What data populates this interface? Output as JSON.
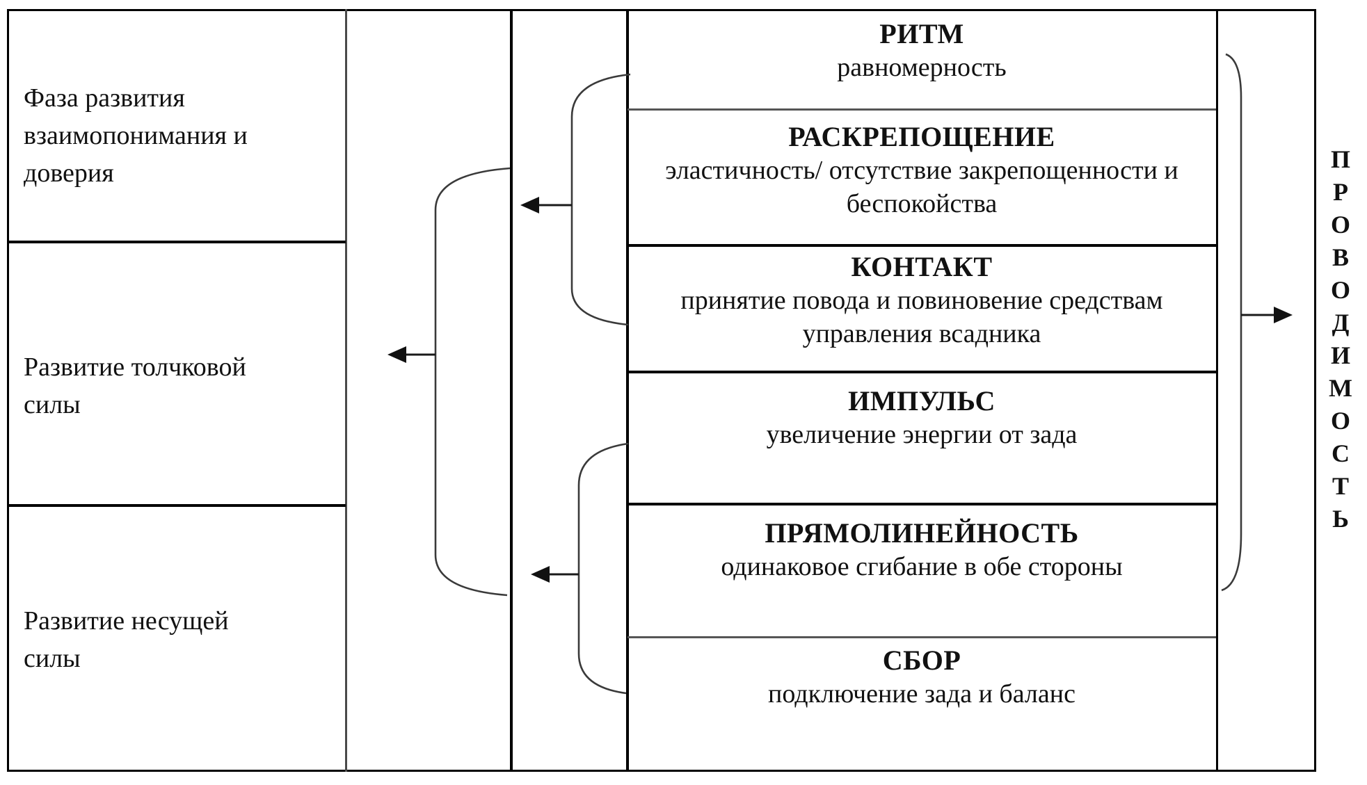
{
  "canvas": {
    "background": "#ffffff",
    "line_color": "#000000",
    "bracket_color": "#3a3a3a"
  },
  "phases": {
    "rows": [
      {
        "lines": [
          "Фаза развития",
          "взаимопонимания и",
          "доверия"
        ]
      },
      {
        "lines": [
          "Развитие толчковой",
          "силы"
        ]
      },
      {
        "lines": [
          "Развитие несущей",
          "силы"
        ]
      }
    ]
  },
  "scales": {
    "boxes": [
      {
        "title": "РИТМ",
        "desc": [
          "равномерность"
        ]
      },
      {
        "title": "РАСКРЕПОЩЕНИЕ",
        "desc": [
          "эластичность/ отсутствие закрепощенности и",
          "беспокойства"
        ]
      },
      {
        "title": "КОНТАКТ",
        "desc": [
          "принятие повода и повиновение средствам",
          "управления всадника"
        ]
      },
      {
        "title": "ИМПУЛЬС",
        "desc": [
          "увеличение энергии от зада"
        ]
      },
      {
        "title": "ПРЯМОЛИНЕЙНОСТЬ",
        "desc": [
          "одинаковое сгибание в обе стороны"
        ]
      },
      {
        "title": "СБОР",
        "desc": [
          "подключение зада и баланс"
        ]
      }
    ]
  },
  "right_label": {
    "word": "ПРОВОДИМОСТЬ",
    "letters": [
      "П",
      "Р",
      "О",
      "В",
      "О",
      "Д",
      "И",
      "М",
      "О",
      "С",
      "Т",
      "Ь"
    ]
  }
}
